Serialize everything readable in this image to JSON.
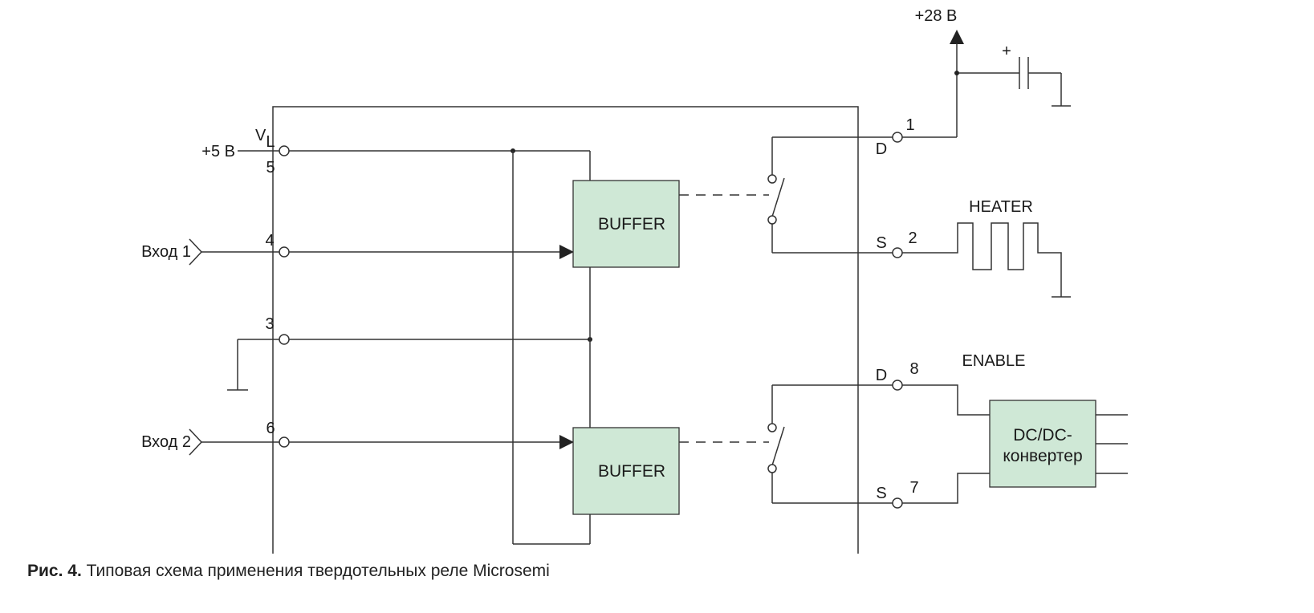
{
  "labels": {
    "supply_28v": "+28 В",
    "cap_plus": "+",
    "supply_5v": "+5 В",
    "vl_main": "V",
    "vl_sub": "L",
    "input1": "Вход 1",
    "input2": "Вход 2",
    "heater": "HEATER",
    "enable": "ENABLE",
    "drain": "D",
    "source": "S"
  },
  "pins": [
    "1",
    "2",
    "3",
    "4",
    "5",
    "6",
    "7",
    "8"
  ],
  "blocks": {
    "buffer_top": "BUFFER",
    "buffer_bottom": "BUFFER",
    "dcdc_line1": "DC/DC-",
    "dcdc_line2": "конвертер"
  },
  "caption": {
    "prefix": "Рис. 4.",
    "text": "Типовая схема применения твердотельных реле Microsemi"
  },
  "colors": {
    "block_fill": "#cfe8d6",
    "line": "#333333"
  }
}
